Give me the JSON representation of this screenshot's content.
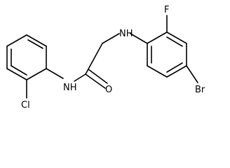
{
  "molecule": {
    "atoms": {
      "nh_amine": "NH",
      "nh_amide": "NH",
      "oxygen": "O",
      "fluorine": "F",
      "bromine": "Br",
      "chlorine": "Cl"
    },
    "bond_color": "#000000",
    "background": "#ffffff"
  }
}
